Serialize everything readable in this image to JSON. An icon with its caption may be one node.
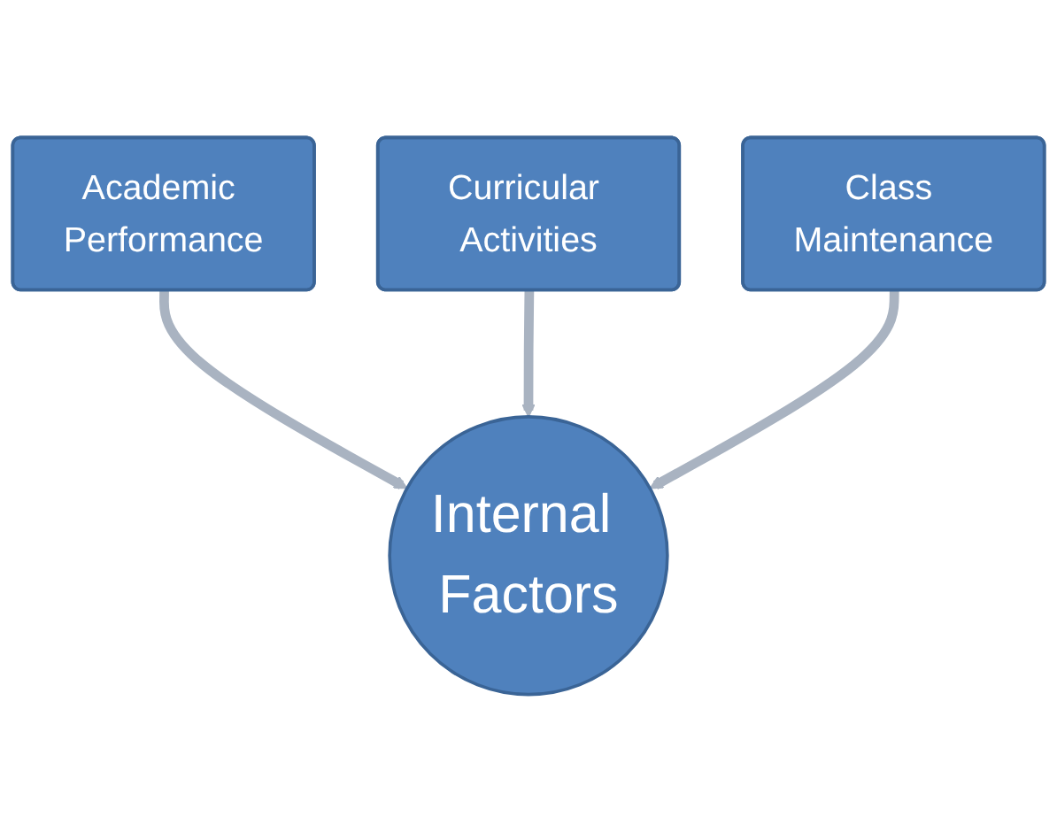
{
  "diagram": {
    "nodes": [
      {
        "text": [
          "Curricular Activities"
        ]
      },
      {
        "text": [
          "Academic Performance"
        ]
      },
      {
        "text": [
          "Class Maintenance"
        ]
      },
      {
        "text": [
          "Internal Factors"
        ]
      }
    ],
    "edges": [
      {
        "from": 1,
        "to": 3,
        "arrow": "to"
      },
      {
        "from": 0,
        "to": 3,
        "arrow": "to"
      },
      {
        "from": 2,
        "to": 3,
        "arrow": "to"
      }
    ]
  }
}
